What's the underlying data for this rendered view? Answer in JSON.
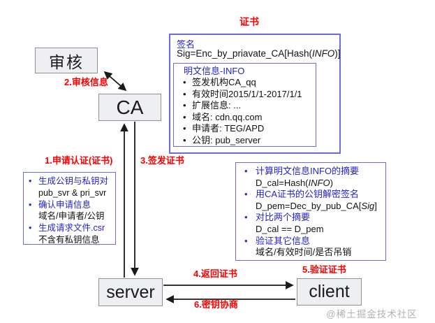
{
  "diagram_title": "证书",
  "nodes": {
    "review": "审核",
    "ca": "CA",
    "server": "server",
    "client": "client"
  },
  "flow_labels": {
    "step1": "1.申请认证(证书)",
    "step2": "2.审核信息",
    "step3": "3.签发证书",
    "step4": "4.返回证书",
    "step5": "5.验证证书",
    "step6": "6.密钥协商"
  },
  "certificate": {
    "signature_title": "签名",
    "signature_formula": {
      "prefix": "Sig=Enc_by_priavate_CA[Hash(",
      "italic": "INFO",
      "suffix": ")]"
    },
    "info_title": "明文信息-INFO",
    "info_items": [
      "签发机构CA_qq",
      "有效时间2015/1/1-2017/1/1",
      "扩展信息: ...",
      "域名: cdn.qq.com",
      "申请者: TEG/APD",
      "公钥: pub_server"
    ]
  },
  "server_steps": {
    "items": [
      {
        "head": "生成公钥与私钥对",
        "detail": "pub_svr & pri_svr"
      },
      {
        "head": "确认申请信息",
        "detail": "域名/申请者/公钥"
      },
      {
        "head": "生成请求文件.csr",
        "detail": "不含有私钥信息"
      }
    ]
  },
  "client_steps": {
    "items": [
      {
        "head": "计算明文信息INFO的摘要",
        "detail": {
          "prefix": "D_cal=Hash(",
          "italic": "INFO",
          "suffix": ")"
        }
      },
      {
        "head": "用CA证书的公钥解密签名",
        "detail": {
          "prefix": "D_pem=Dec_by_pub_CA[",
          "italic": "Sig",
          "suffix": "]"
        }
      },
      {
        "head": "对比两个摘要",
        "detail": {
          "prefix": "D_cal == D_pem",
          "italic": "",
          "suffix": ""
        }
      },
      {
        "head": "验证其它信息",
        "detail": {
          "prefix": "域名/有效时间/是否吊销",
          "italic": "",
          "suffix": ""
        }
      }
    ]
  },
  "watermark": "@稀土掘金技术社区",
  "colors": {
    "red_label": "#fb0000",
    "blue_text": "#2323cb",
    "blue_border": "#6b6bdb",
    "node_fill": "#edeff3",
    "node_border": "#8f8f8f",
    "watermark_gray": "#b3b3b3",
    "arrow_black": "#1a1a1a"
  }
}
